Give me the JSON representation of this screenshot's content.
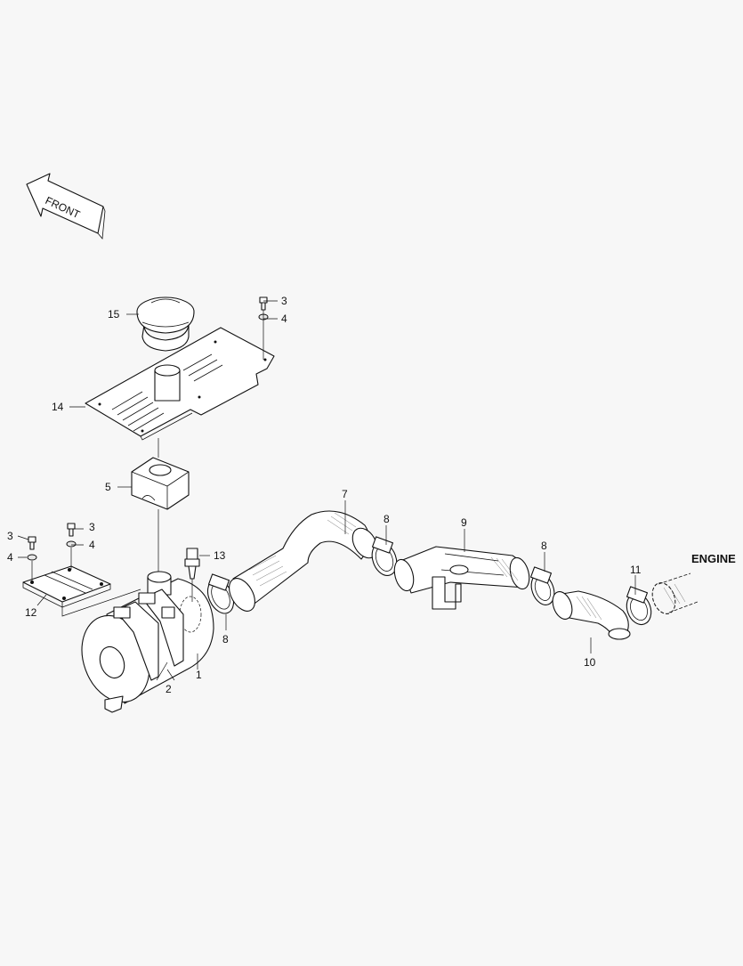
{
  "diagram": {
    "front_arrow_label": "FRONT",
    "engine_label": "ENGINE",
    "callouts": {
      "c1": "1",
      "c2": "2",
      "c3a": "3",
      "c3b": "3",
      "c3c": "3",
      "c4a": "4",
      "c4b": "4",
      "c4c": "4",
      "c5": "5",
      "c7": "7",
      "c8a": "8",
      "c8b": "8",
      "c8c": "8",
      "c9": "9",
      "c10": "10",
      "c11": "11",
      "c12": "12",
      "c13": "13",
      "c14": "14",
      "c15": "15"
    }
  }
}
